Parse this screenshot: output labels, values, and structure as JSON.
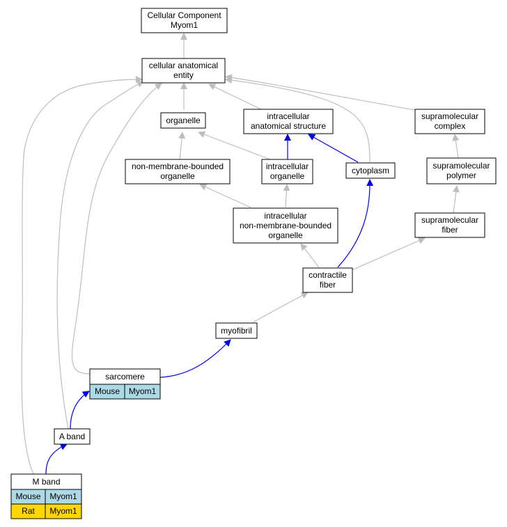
{
  "colors": {
    "is_a_edge": "#bdbdbd",
    "part_of_edge": "#0000ee",
    "node_border": "#000000",
    "node_fill": "#ffffff",
    "mouse_fill": "#add8e6",
    "rat_fill": "#ffd700"
  },
  "nodes": {
    "root": {
      "line1": "Cellular Component",
      "line2": "Myom1"
    },
    "cellular_anatomical_entity": {
      "line1": "cellular anatomical",
      "line2": "entity"
    },
    "organelle": {
      "label": "organelle"
    },
    "intracellular_anatomical_structure": {
      "line1": "intracellular",
      "line2": "anatomical structure"
    },
    "supramolecular_complex": {
      "line1": "supramolecular",
      "line2": "complex"
    },
    "non_membrane_bounded_organelle": {
      "line1": "non-membrane-bounded",
      "line2": "organelle"
    },
    "intracellular_organelle": {
      "line1": "intracellular",
      "line2": "organelle"
    },
    "cytoplasm": {
      "label": "cytoplasm"
    },
    "supramolecular_polymer": {
      "line1": "supramolecular",
      "line2": "polymer"
    },
    "intracellular_non_membrane_bounded_organelle": {
      "line1": "intracellular",
      "line2": "non-membrane-bounded",
      "line3": "organelle"
    },
    "supramolecular_fiber": {
      "line1": "supramolecular",
      "line2": "fiber"
    },
    "contractile_fiber": {
      "line1": "contractile",
      "line2": "fiber"
    },
    "myofibril": {
      "label": "myofibril"
    },
    "sarcomere": {
      "label": "sarcomere",
      "annotations": [
        {
          "species": "Mouse",
          "gene": "Myom1"
        }
      ]
    },
    "a_band": {
      "label": "A band"
    },
    "m_band": {
      "label": "M band",
      "annotations": [
        {
          "species": "Mouse",
          "gene": "Myom1"
        },
        {
          "species": "Rat",
          "gene": "Myom1"
        }
      ]
    }
  }
}
